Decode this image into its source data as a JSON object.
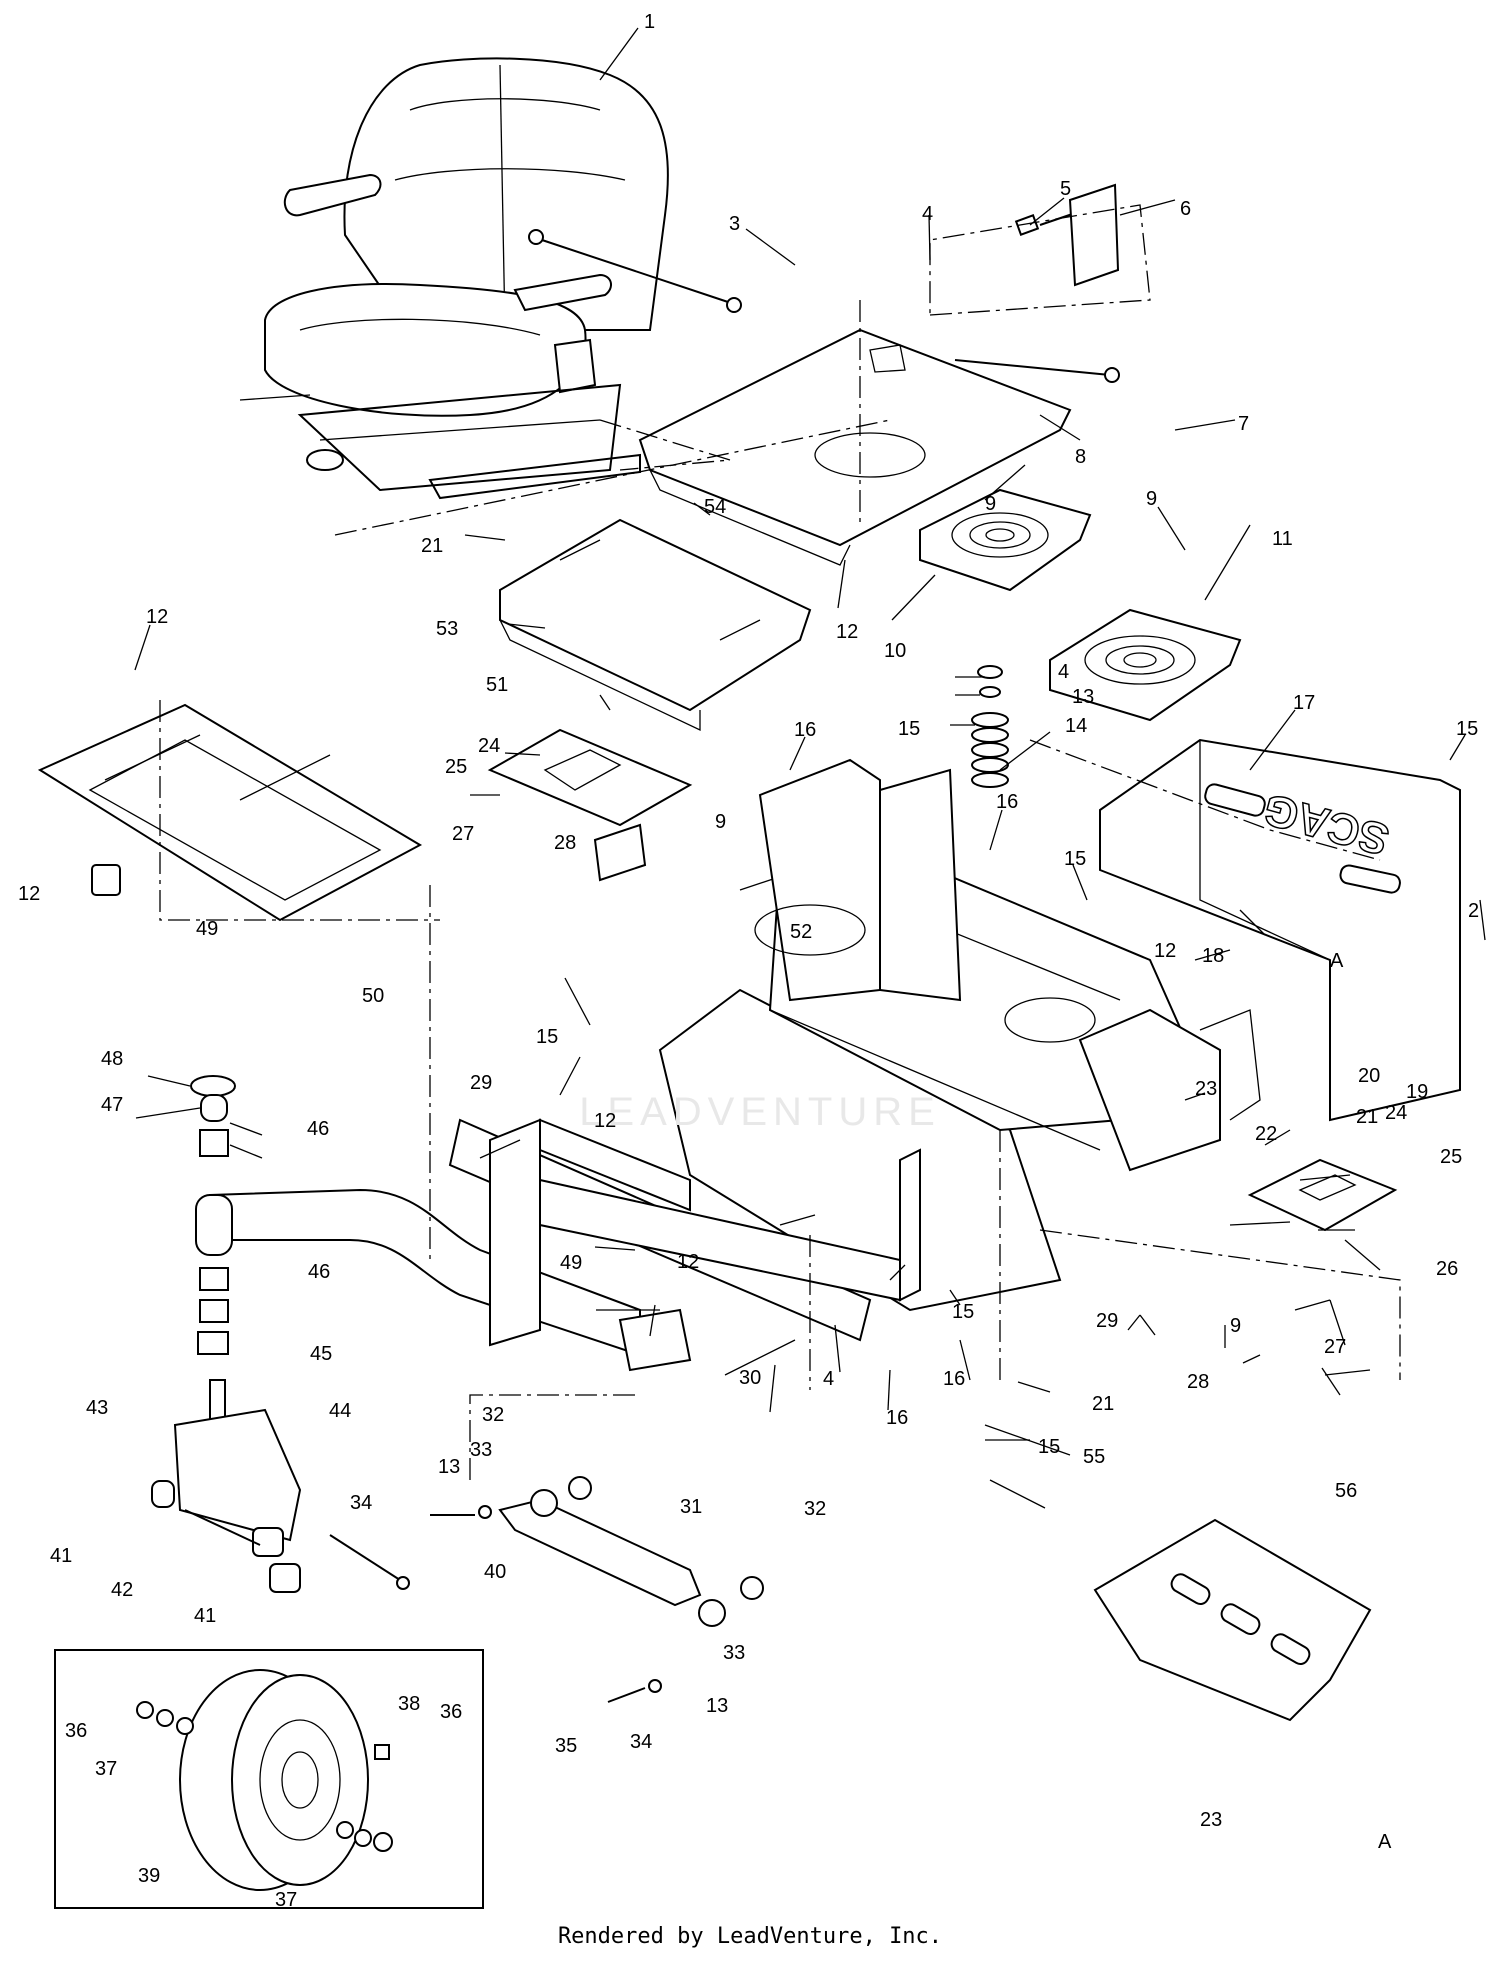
{
  "callouts": [
    {
      "id": "c1",
      "text": "1"
    },
    {
      "id": "c2",
      "text": "2"
    },
    {
      "id": "c3",
      "text": "3"
    },
    {
      "id": "c4a",
      "text": "4"
    },
    {
      "id": "c4b",
      "text": "4"
    },
    {
      "id": "c4c",
      "text": "4"
    },
    {
      "id": "c5",
      "text": "5"
    },
    {
      "id": "c6",
      "text": "6"
    },
    {
      "id": "c7",
      "text": "7"
    },
    {
      "id": "c8",
      "text": "8"
    },
    {
      "id": "c9a",
      "text": "9"
    },
    {
      "id": "c9b",
      "text": "9"
    },
    {
      "id": "c9c",
      "text": "9"
    },
    {
      "id": "c9d",
      "text": "9"
    },
    {
      "id": "c10",
      "text": "10"
    },
    {
      "id": "c11",
      "text": "11"
    },
    {
      "id": "c12a",
      "text": "12"
    },
    {
      "id": "c12b",
      "text": "12"
    },
    {
      "id": "c12c",
      "text": "12"
    },
    {
      "id": "c12d",
      "text": "12"
    },
    {
      "id": "c12e",
      "text": "12"
    },
    {
      "id": "c12f",
      "text": "12"
    },
    {
      "id": "c13a",
      "text": "13"
    },
    {
      "id": "c13b",
      "text": "13"
    },
    {
      "id": "c13c",
      "text": "13"
    },
    {
      "id": "c14",
      "text": "14"
    },
    {
      "id": "c15a",
      "text": "15"
    },
    {
      "id": "c15b",
      "text": "15"
    },
    {
      "id": "c15c",
      "text": "15"
    },
    {
      "id": "c15d",
      "text": "15"
    },
    {
      "id": "c15e",
      "text": "15"
    },
    {
      "id": "c15f",
      "text": "15"
    },
    {
      "id": "c16a",
      "text": "16"
    },
    {
      "id": "c16b",
      "text": "16"
    },
    {
      "id": "c16c",
      "text": "16"
    },
    {
      "id": "c16d",
      "text": "16"
    },
    {
      "id": "c17",
      "text": "17"
    },
    {
      "id": "c18",
      "text": "18"
    },
    {
      "id": "c19",
      "text": "19"
    },
    {
      "id": "c20",
      "text": "20"
    },
    {
      "id": "c21a",
      "text": "21"
    },
    {
      "id": "c21b",
      "text": "21"
    },
    {
      "id": "c21c",
      "text": "21"
    },
    {
      "id": "c22",
      "text": "22"
    },
    {
      "id": "c23a",
      "text": "23"
    },
    {
      "id": "c23b",
      "text": "23"
    },
    {
      "id": "c24a",
      "text": "24"
    },
    {
      "id": "c24b",
      "text": "24"
    },
    {
      "id": "c25a",
      "text": "25"
    },
    {
      "id": "c25b",
      "text": "25"
    },
    {
      "id": "c26",
      "text": "26"
    },
    {
      "id": "c27a",
      "text": "27"
    },
    {
      "id": "c27b",
      "text": "27"
    },
    {
      "id": "c28a",
      "text": "28"
    },
    {
      "id": "c28b",
      "text": "28"
    },
    {
      "id": "c29a",
      "text": "29"
    },
    {
      "id": "c29b",
      "text": "29"
    },
    {
      "id": "c30",
      "text": "30"
    },
    {
      "id": "c31",
      "text": "31"
    },
    {
      "id": "c32a",
      "text": "32"
    },
    {
      "id": "c32b",
      "text": "32"
    },
    {
      "id": "c33a",
      "text": "33"
    },
    {
      "id": "c33b",
      "text": "33"
    },
    {
      "id": "c34a",
      "text": "34"
    },
    {
      "id": "c34b",
      "text": "34"
    },
    {
      "id": "c35",
      "text": "35"
    },
    {
      "id": "c36a",
      "text": "36"
    },
    {
      "id": "c36b",
      "text": "36"
    },
    {
      "id": "c37a",
      "text": "37"
    },
    {
      "id": "c37b",
      "text": "37"
    },
    {
      "id": "c38",
      "text": "38"
    },
    {
      "id": "c39",
      "text": "39"
    },
    {
      "id": "c40",
      "text": "40"
    },
    {
      "id": "c41a",
      "text": "41"
    },
    {
      "id": "c41b",
      "text": "41"
    },
    {
      "id": "c42",
      "text": "42"
    },
    {
      "id": "c43",
      "text": "43"
    },
    {
      "id": "c44",
      "text": "44"
    },
    {
      "id": "c45",
      "text": "45"
    },
    {
      "id": "c46a",
      "text": "46"
    },
    {
      "id": "c46b",
      "text": "46"
    },
    {
      "id": "c47",
      "text": "47"
    },
    {
      "id": "c48",
      "text": "48"
    },
    {
      "id": "c49a",
      "text": "49"
    },
    {
      "id": "c49b",
      "text": "49"
    },
    {
      "id": "c50",
      "text": "50"
    },
    {
      "id": "c51",
      "text": "51"
    },
    {
      "id": "c52",
      "text": "52"
    },
    {
      "id": "c53",
      "text": "53"
    },
    {
      "id": "c54",
      "text": "54"
    },
    {
      "id": "c55",
      "text": "55"
    },
    {
      "id": "c56",
      "text": "56"
    }
  ],
  "refs": [
    {
      "id": "rA1",
      "text": "A"
    },
    {
      "id": "rA2",
      "text": "A"
    }
  ],
  "brand_text": "SCAG",
  "watermark": "LEADVENTURE",
  "footer": "Rendered by LeadVenture, Inc."
}
